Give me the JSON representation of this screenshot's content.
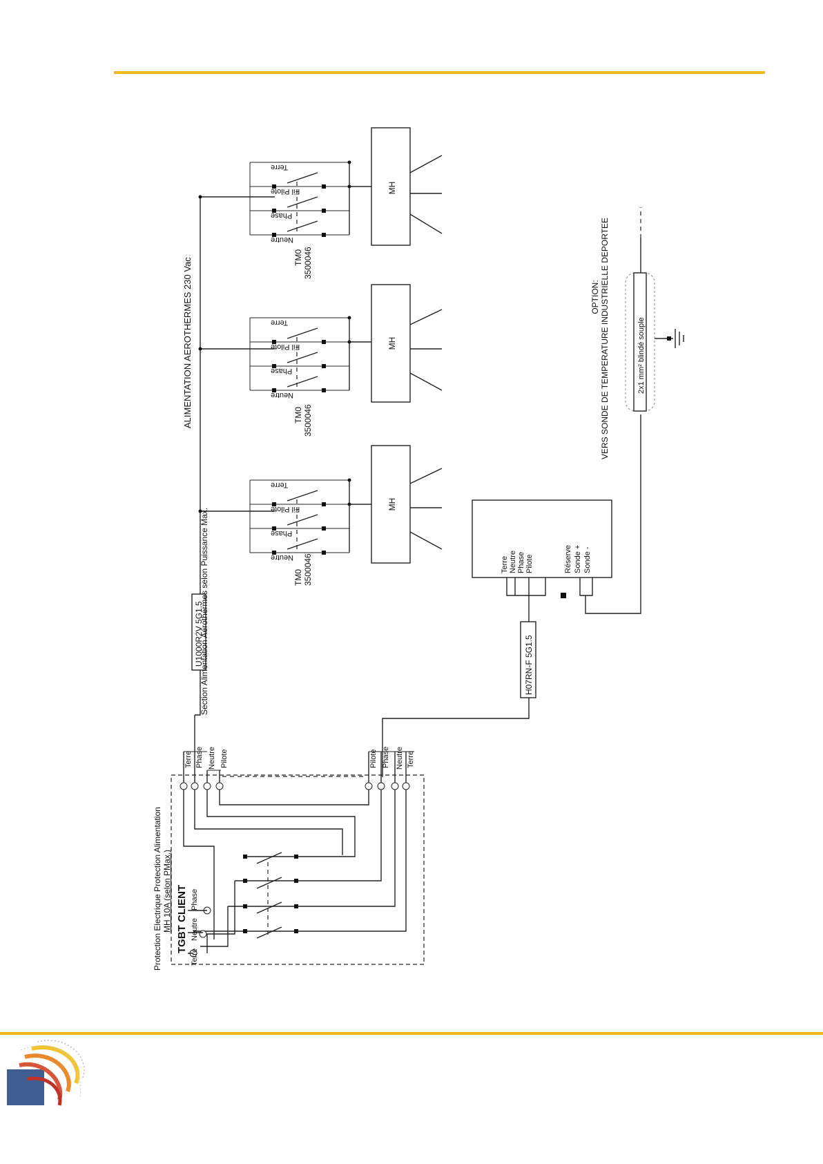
{
  "colors": {
    "accent": "#f5b818",
    "line": "#222222"
  },
  "main_supply": {
    "title": "ALIMENTATION AEROTHERMES 230 Vac",
    "section_note": "Section Alimentation Aérothermes selon Puissance Max.",
    "cable": "U1000R2V 5G1.5"
  },
  "units": [
    {
      "box_label": "MH",
      "model": "TM0",
      "ref": "3500046",
      "terminals": [
        "Neutre",
        "Phase",
        "Fil Pilote",
        "Terre"
      ]
    },
    {
      "box_label": "MH",
      "model": "TM0",
      "ref": "3500046",
      "terminals": [
        "Neutre",
        "Phase",
        "Fil Pilote",
        "Terre"
      ]
    },
    {
      "box_label": "MH",
      "model": "TM0",
      "ref": "3500046",
      "terminals": [
        "Neutre",
        "Phase",
        "Fil Pilote",
        "Terre"
      ]
    }
  ],
  "thermostat": {
    "cable": "H07RN-F 5G1.5",
    "terminals": [
      "Terre",
      "Neutre",
      "Phase",
      "Pilote",
      "Réserve",
      "Sonde +",
      "Sonde -"
    ]
  },
  "option": {
    "title": "OPTION:",
    "subtitle": "VERS SONDE DE TEMPERATURE INDUSTRIELLE DEPORTEE",
    "cable": "2x1 mm² blindé souple"
  },
  "tgbt": {
    "title": "TGBT CLIENT",
    "protection_line1": "Protection Electrique Protection Alimentation",
    "protection_line2": "MH 10A (selon PMax.)",
    "input_terminals": [
      "Terre",
      "Neutre",
      "Phase"
    ],
    "out_top": [
      "Terre",
      "Phase",
      "Neutre",
      "Pilote"
    ],
    "out_bottom": [
      "Pilote",
      "Phase",
      "Neutre",
      "Terre"
    ]
  }
}
